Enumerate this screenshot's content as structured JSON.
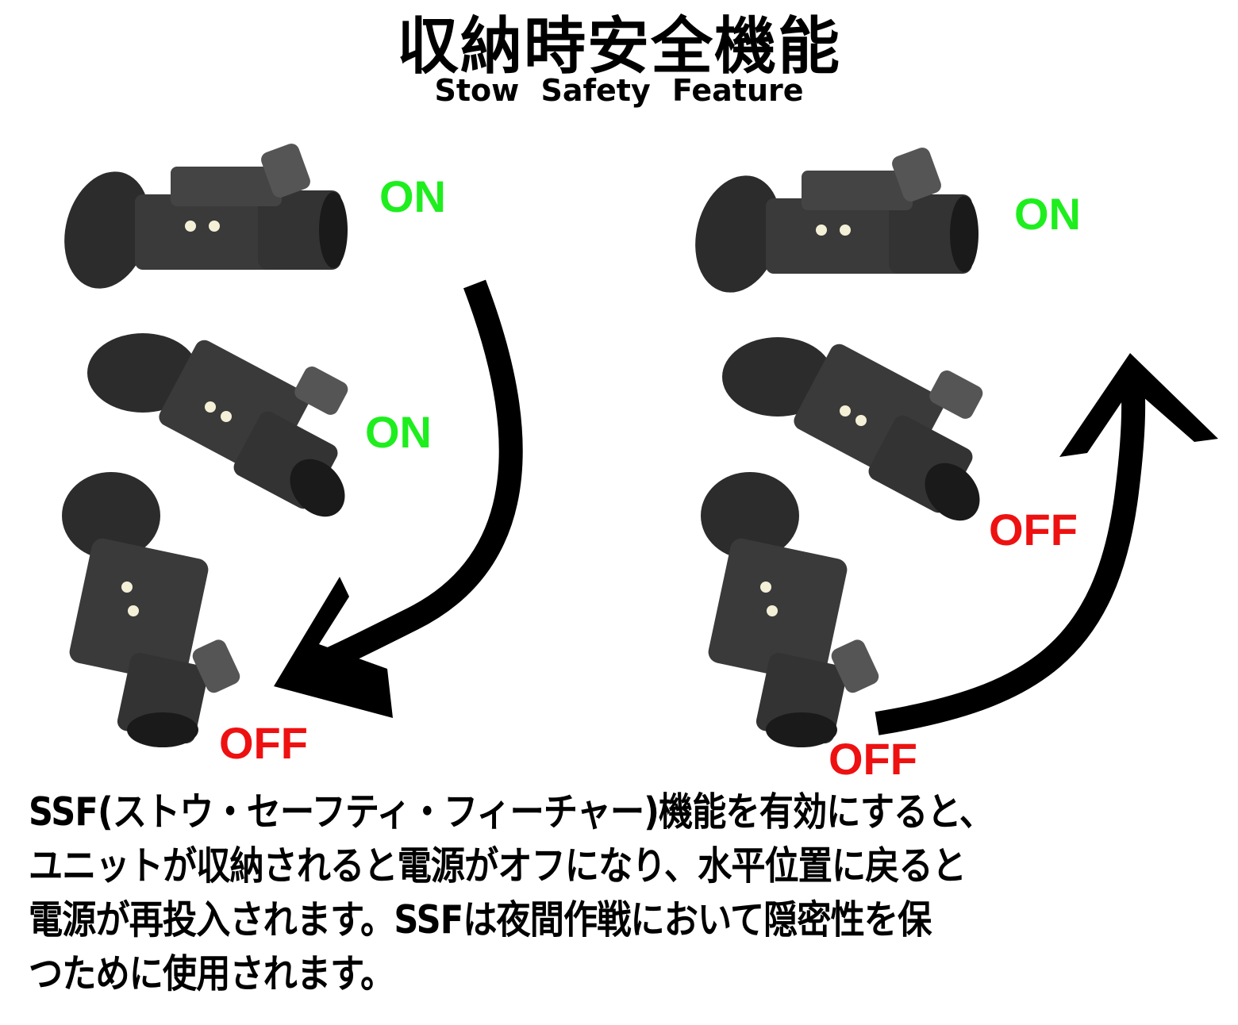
{
  "header": {
    "title_jp": "収納時安全機能",
    "title_en": "Stow Safety Feature"
  },
  "left_sequence": {
    "arrow_direction": "down",
    "states": [
      {
        "label": "ON",
        "color": "#1eee1e",
        "orientation": "horizontal"
      },
      {
        "label": "ON",
        "color": "#1eee1e",
        "orientation": "tilted"
      },
      {
        "label": "OFF",
        "color": "#ee1111",
        "orientation": "stowed"
      }
    ]
  },
  "right_sequence": {
    "arrow_direction": "up",
    "states": [
      {
        "label": "ON",
        "color": "#1eee1e",
        "orientation": "horizontal"
      },
      {
        "label": "OFF",
        "color": "#ee1111",
        "orientation": "tilted"
      },
      {
        "label": "OFF",
        "color": "#ee1111",
        "orientation": "stowed"
      }
    ]
  },
  "description": {
    "lines": [
      "SSF(ストウ・セーフティ・フィーチャー)機能を有効にすると、",
      "ユニットが収納されると電源がオフになり、水平位置に戻ると",
      "電源が再投入されます。SSFは夜間作戦において隠密性を保",
      "つために使用されます。"
    ]
  },
  "colors": {
    "on": "#1eee1e",
    "off": "#ee1111",
    "arrow": "#000000",
    "device_body": "#3a3a3a",
    "eyecup": "#2c2c2c"
  }
}
